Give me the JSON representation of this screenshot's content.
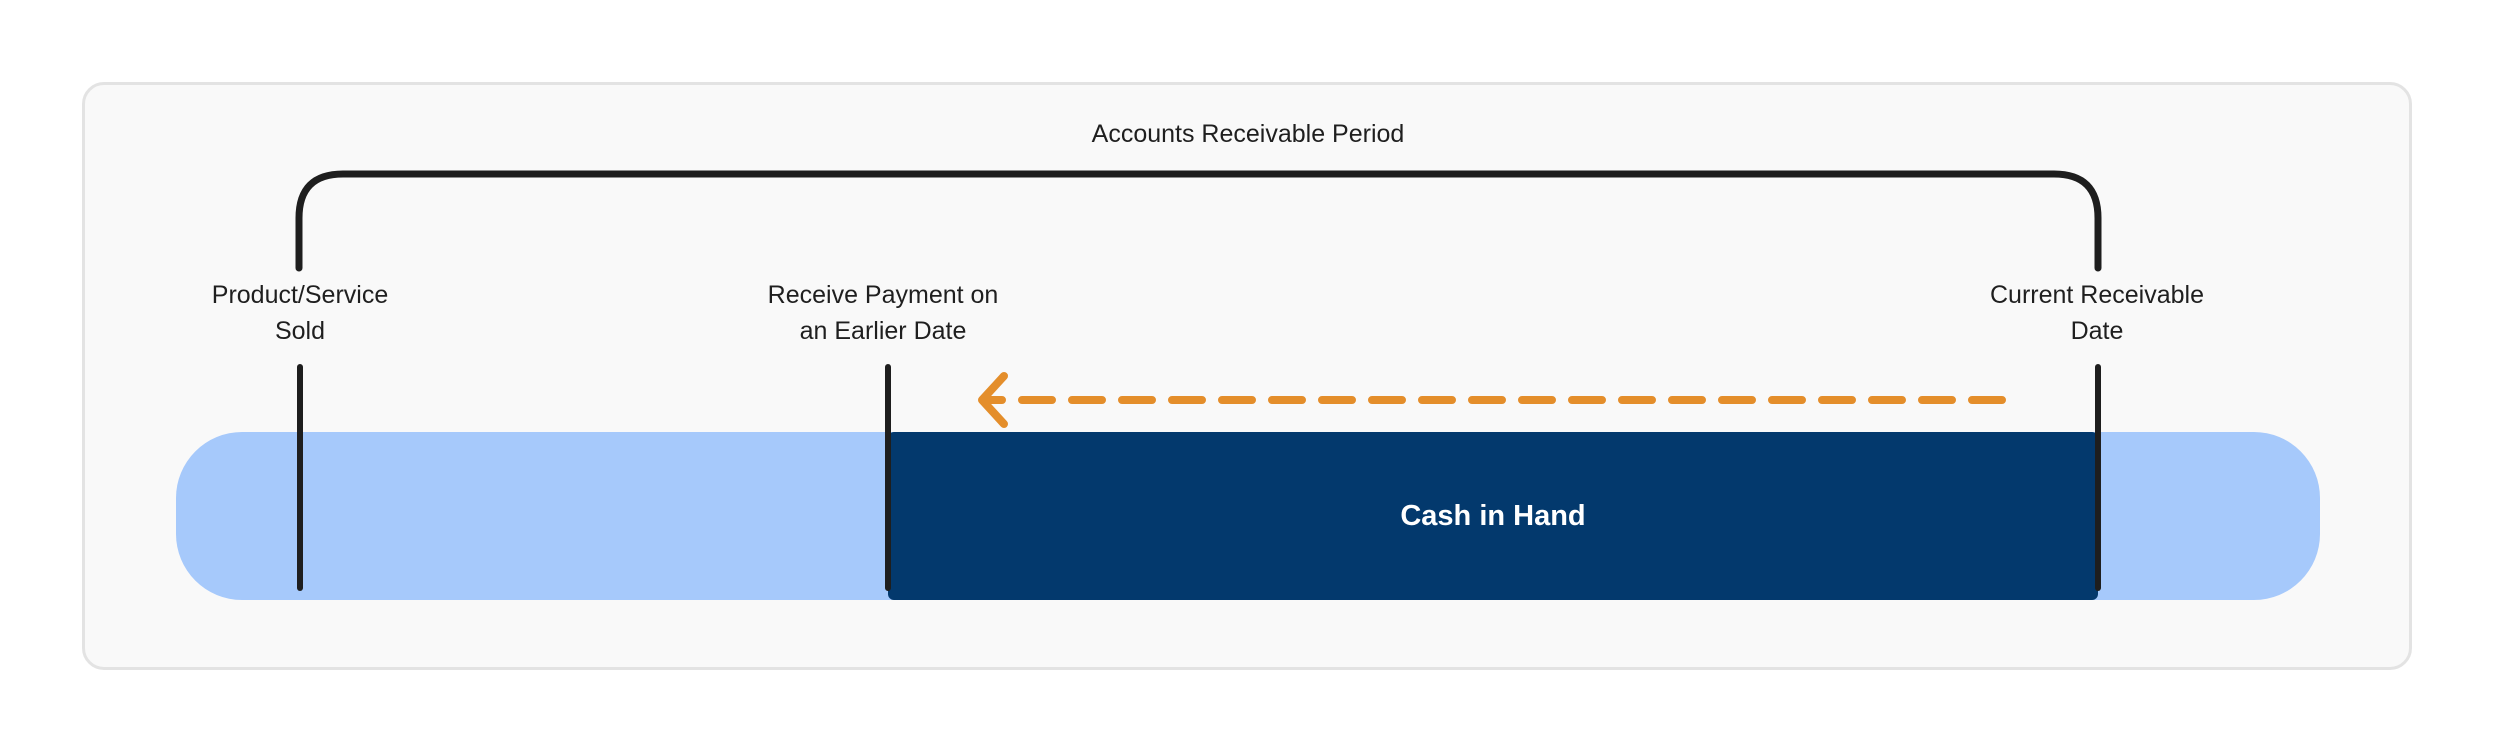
{
  "period_label": "Accounts Receivable Period",
  "markers": {
    "sold": {
      "line1": "Product/Service",
      "line2": "Sold"
    },
    "earlier_payment": {
      "line1": "Receive Payment on",
      "line2": "an Earlier Date"
    },
    "current_date": {
      "line1": "Current Receivable",
      "line2": "Date"
    }
  },
  "cash_label": "Cash in Hand",
  "colors": {
    "timeline_light": "#a6c9fb",
    "cash_block": "#03396d",
    "arrow": "#e48e2b",
    "lines": "#1e1e1e",
    "panel_bg": "#f9f9f9",
    "panel_border": "#e3e3e3"
  }
}
